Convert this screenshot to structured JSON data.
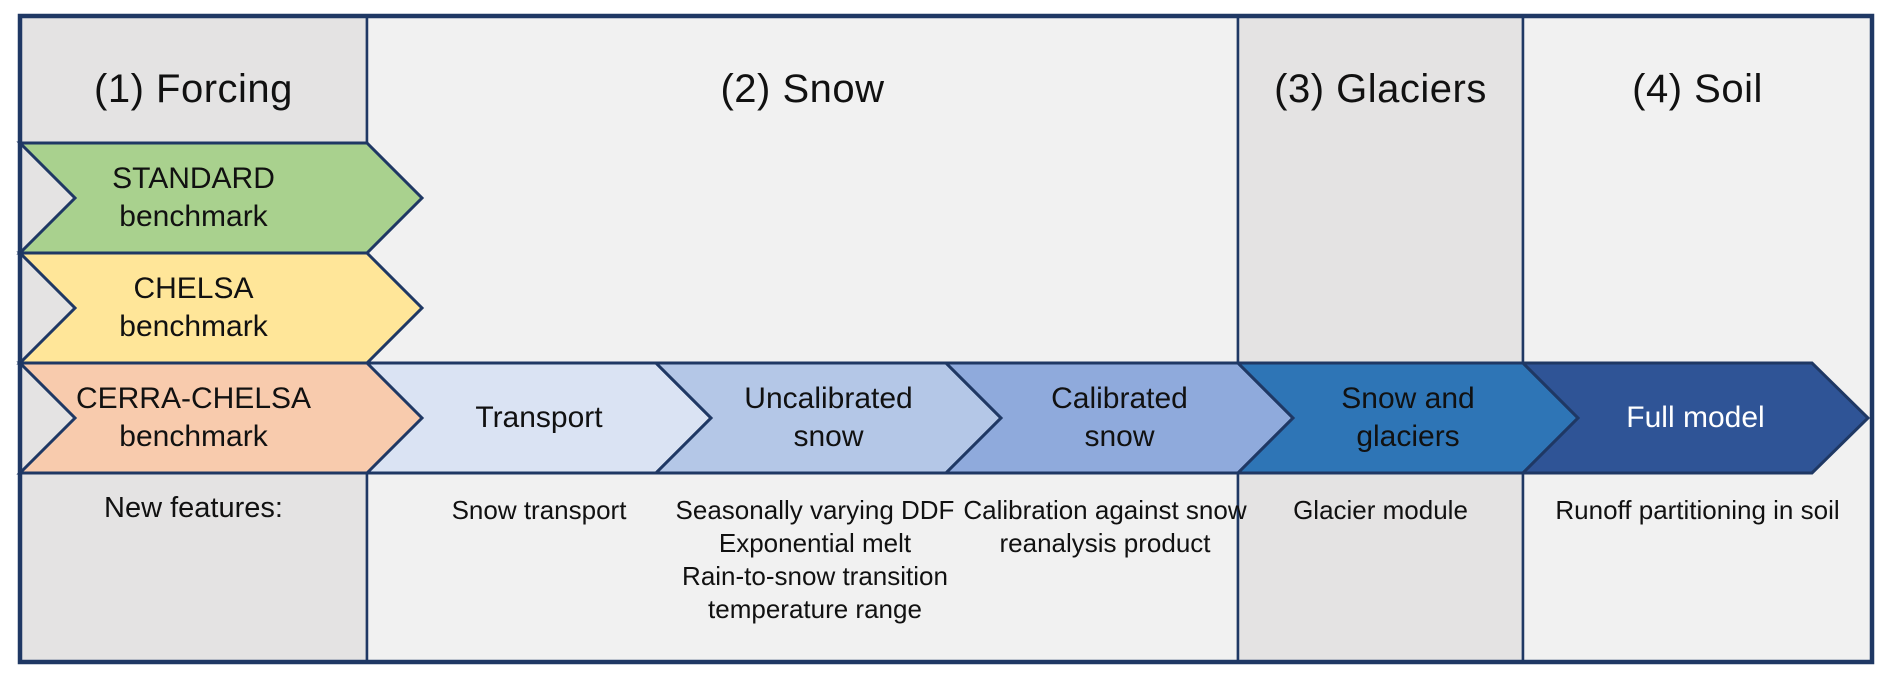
{
  "figure": {
    "description": "Model development workflow diagram",
    "border_color": "#1f3864",
    "columns": [
      {
        "title": "(1) Forcing",
        "bg": "#e4e3e3"
      },
      {
        "title": "(2) Snow",
        "bg": "#f1f1f1"
      },
      {
        "title": "(3) Glaciers",
        "bg": "#e4e3e3"
      },
      {
        "title": "(4) Soil",
        "bg": "#f1f1f1"
      }
    ],
    "benchmark_arrows": [
      {
        "label": "STANDARD\nbenchmark",
        "fill": "#a9d18e"
      },
      {
        "label": "CHELSA\nbenchmark",
        "fill": "#ffe699"
      },
      {
        "label": "CERRA-CHELSA\nbenchmark",
        "fill": "#f8cbad"
      }
    ],
    "step_arrows": [
      {
        "label": "Transport",
        "fill": "#dae3f3"
      },
      {
        "label": "Uncalibrated\nsnow",
        "fill": "#b4c7e7"
      },
      {
        "label": "Calibrated\nsnow",
        "fill": "#8faadc"
      },
      {
        "label": "Snow and\nglaciers",
        "fill": "#2e75b6"
      },
      {
        "label": "Full model",
        "fill": "#2f5496"
      }
    ],
    "features": {
      "heading": "New features:",
      "items": [
        "Snow transport",
        "Seasonally varying DDF\nExponential melt\nRain-to-snow transition\ntemperature range",
        "Calibration against snow\nreanalysis product",
        "Glacier module",
        "Runoff partitioning in soil"
      ]
    }
  }
}
